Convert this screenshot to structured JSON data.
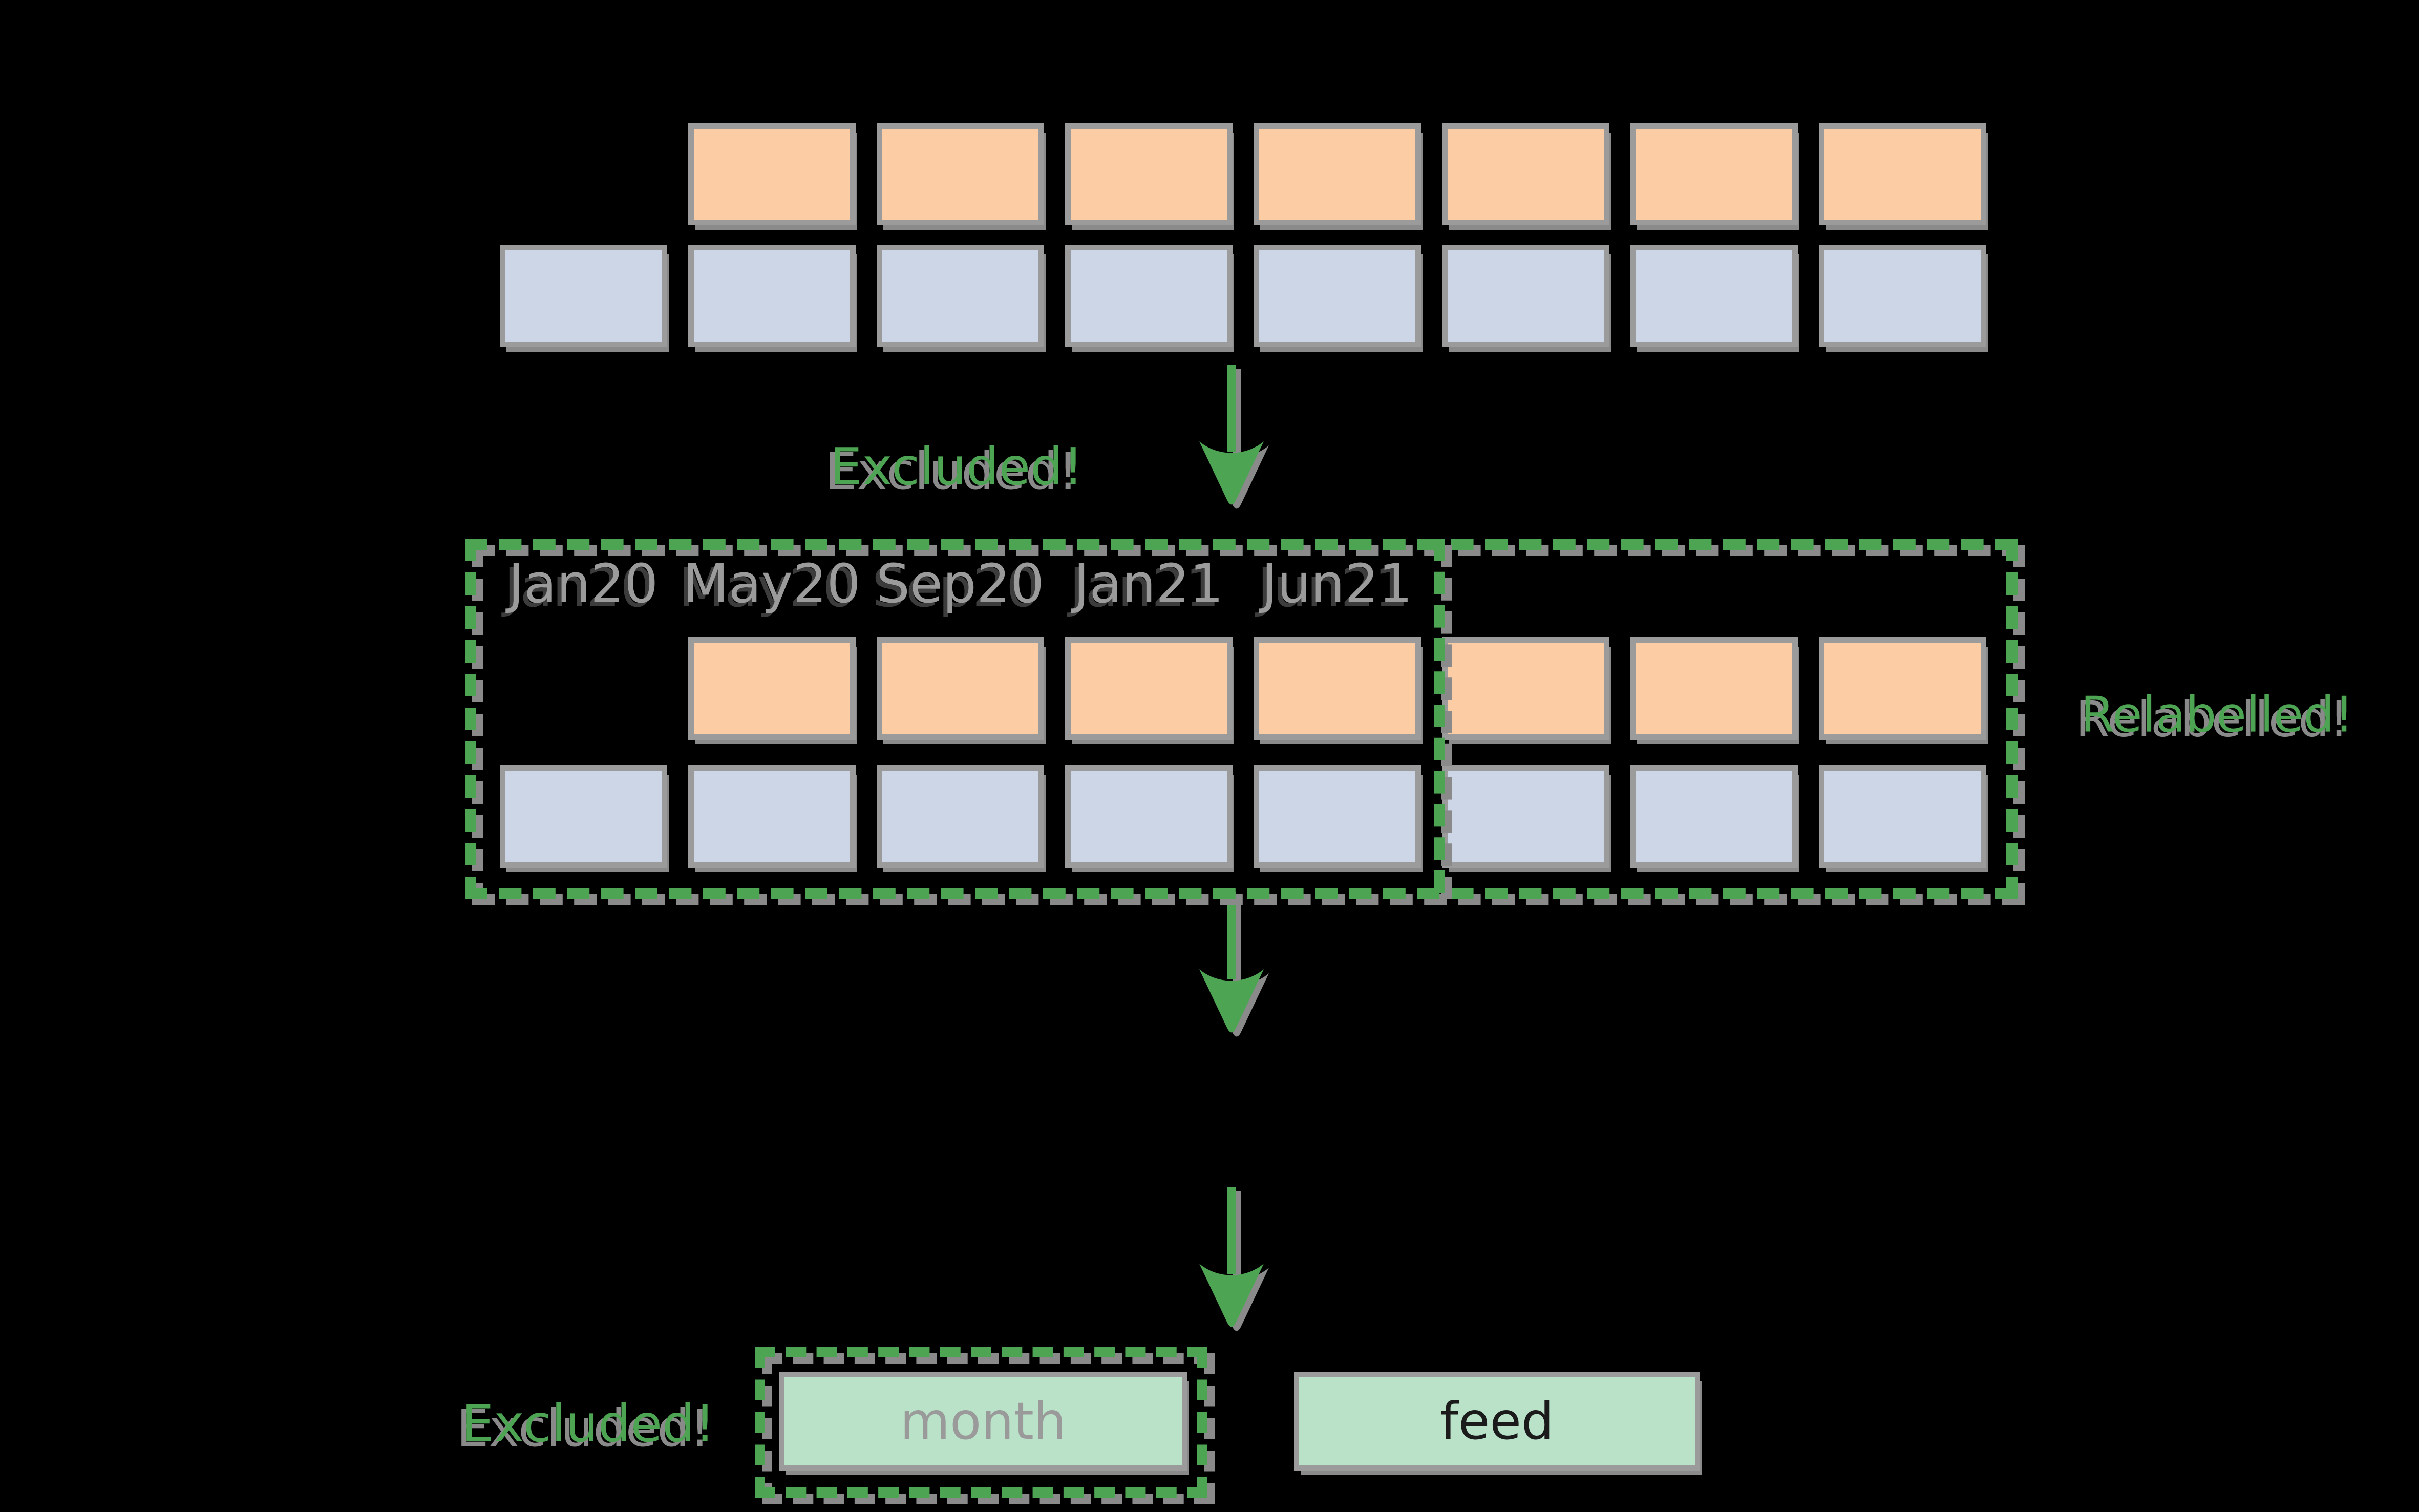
{
  "colors": {
    "green": "#4da453",
    "orange": "#fccda4",
    "blue": "#cdd6e7",
    "mint": "#b9e2c9",
    "border_gray": "#9b9b9b",
    "shadow_gray": "#8a8a8a",
    "date_gray": "#9b9b9b",
    "month_gray": "#9a9a9a",
    "feed_text": "#1b1b1b",
    "background": "#000000"
  },
  "labels": {
    "excluded_top": "Excluded!",
    "relabelled": "Relabelled!",
    "excluded_bottom": "Excluded!"
  },
  "dates": [
    "Jan20",
    "May20",
    "Sep20",
    "Jan21",
    "Jun21"
  ],
  "grid": {
    "columns": 8,
    "top_orange_row": {
      "count": 7,
      "start_col": 1
    },
    "top_blue_row": {
      "count": 8,
      "start_col": 0
    },
    "grouped_orange_row": {
      "count": 7,
      "start_col": 1
    },
    "grouped_blue_row": {
      "count": 8,
      "start_col": 0
    }
  },
  "tokens": {
    "month": "month",
    "feed": "feed"
  },
  "arrow_count": 3
}
